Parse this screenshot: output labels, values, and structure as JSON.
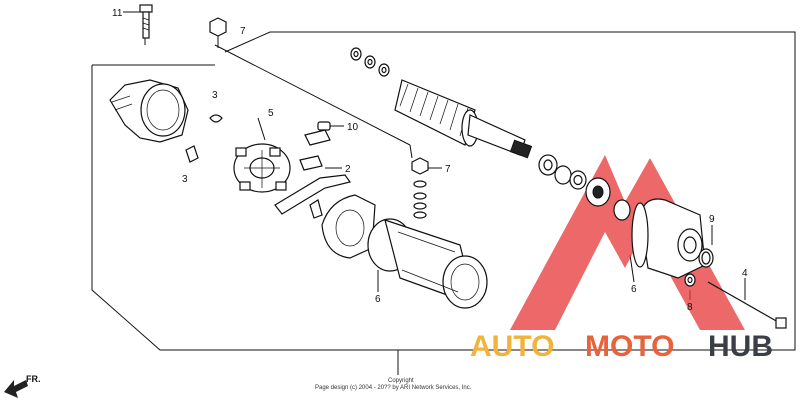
{
  "diagram": {
    "callouts": [
      {
        "id": "c11",
        "label": "11"
      },
      {
        "id": "c7a",
        "label": "7"
      },
      {
        "id": "c3a",
        "label": "3"
      },
      {
        "id": "c5",
        "label": "5"
      },
      {
        "id": "c10",
        "label": "10"
      },
      {
        "id": "c2",
        "label": "2"
      },
      {
        "id": "c3b",
        "label": "3"
      },
      {
        "id": "c7b",
        "label": "7"
      },
      {
        "id": "c6a",
        "label": "6"
      },
      {
        "id": "c9",
        "label": "9"
      },
      {
        "id": "c6b",
        "label": "6"
      },
      {
        "id": "c4",
        "label": "4"
      },
      {
        "id": "c8",
        "label": "8"
      }
    ],
    "direction_label": "FR.",
    "footer_lines": [
      "Copyright",
      "Page design (c) 2004 - 20?? by ARI Network Services, Inc."
    ]
  },
  "watermark": {
    "part1": "AUTO",
    "part2": "MOTO",
    "part3": "HUB",
    "colors": {
      "triangle": "#e83a3a",
      "auto": "#f2b33a",
      "moto": "#e8633b",
      "hub": "#3a3f47"
    }
  }
}
